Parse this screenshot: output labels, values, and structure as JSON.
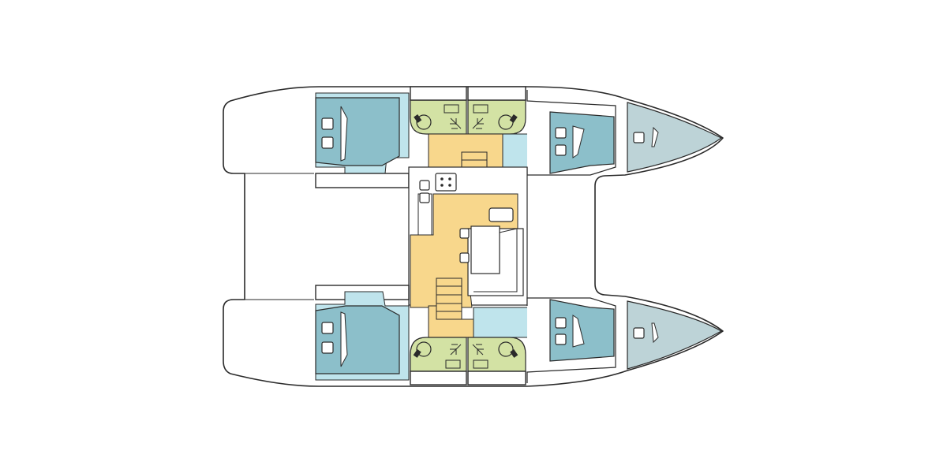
{
  "diagram": {
    "kind": "catamaran-layout",
    "cabins": 4,
    "heads": 4,
    "bow_compartments": 2,
    "colors": {
      "cabin_bed": "#8cbfca",
      "corridor": "#bfe4ec",
      "head": "#d3e2a4",
      "saloon": "#f8d78c",
      "bow": "#bdd3d7",
      "outline": "#2a2a2a"
    }
  }
}
